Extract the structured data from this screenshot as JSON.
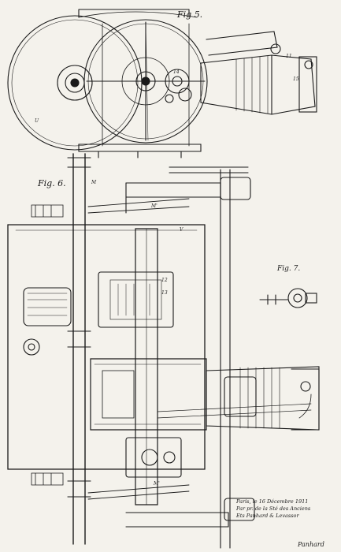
{
  "figures": {
    "fig5": "Fig 5.",
    "fig6": "Fig. 6.",
    "fig7": "Fig. 7."
  },
  "part_labels": {
    "U": "U",
    "M": "M",
    "M_prime": "M'",
    "V": "V",
    "label_11": "11",
    "label_15": "15",
    "label_12": "12",
    "label_13": "13",
    "label_14": "14"
  },
  "signature_block": {
    "line1": "Paris, le 16 Décembre 1911",
    "line2": "Par pr. de la Sté des Anciens",
    "line3": "Ets Panhard & Levassor",
    "mark": "Panhard"
  },
  "colors": {
    "paper": "#f4f2ec",
    "ink": "#1a1a1a"
  }
}
